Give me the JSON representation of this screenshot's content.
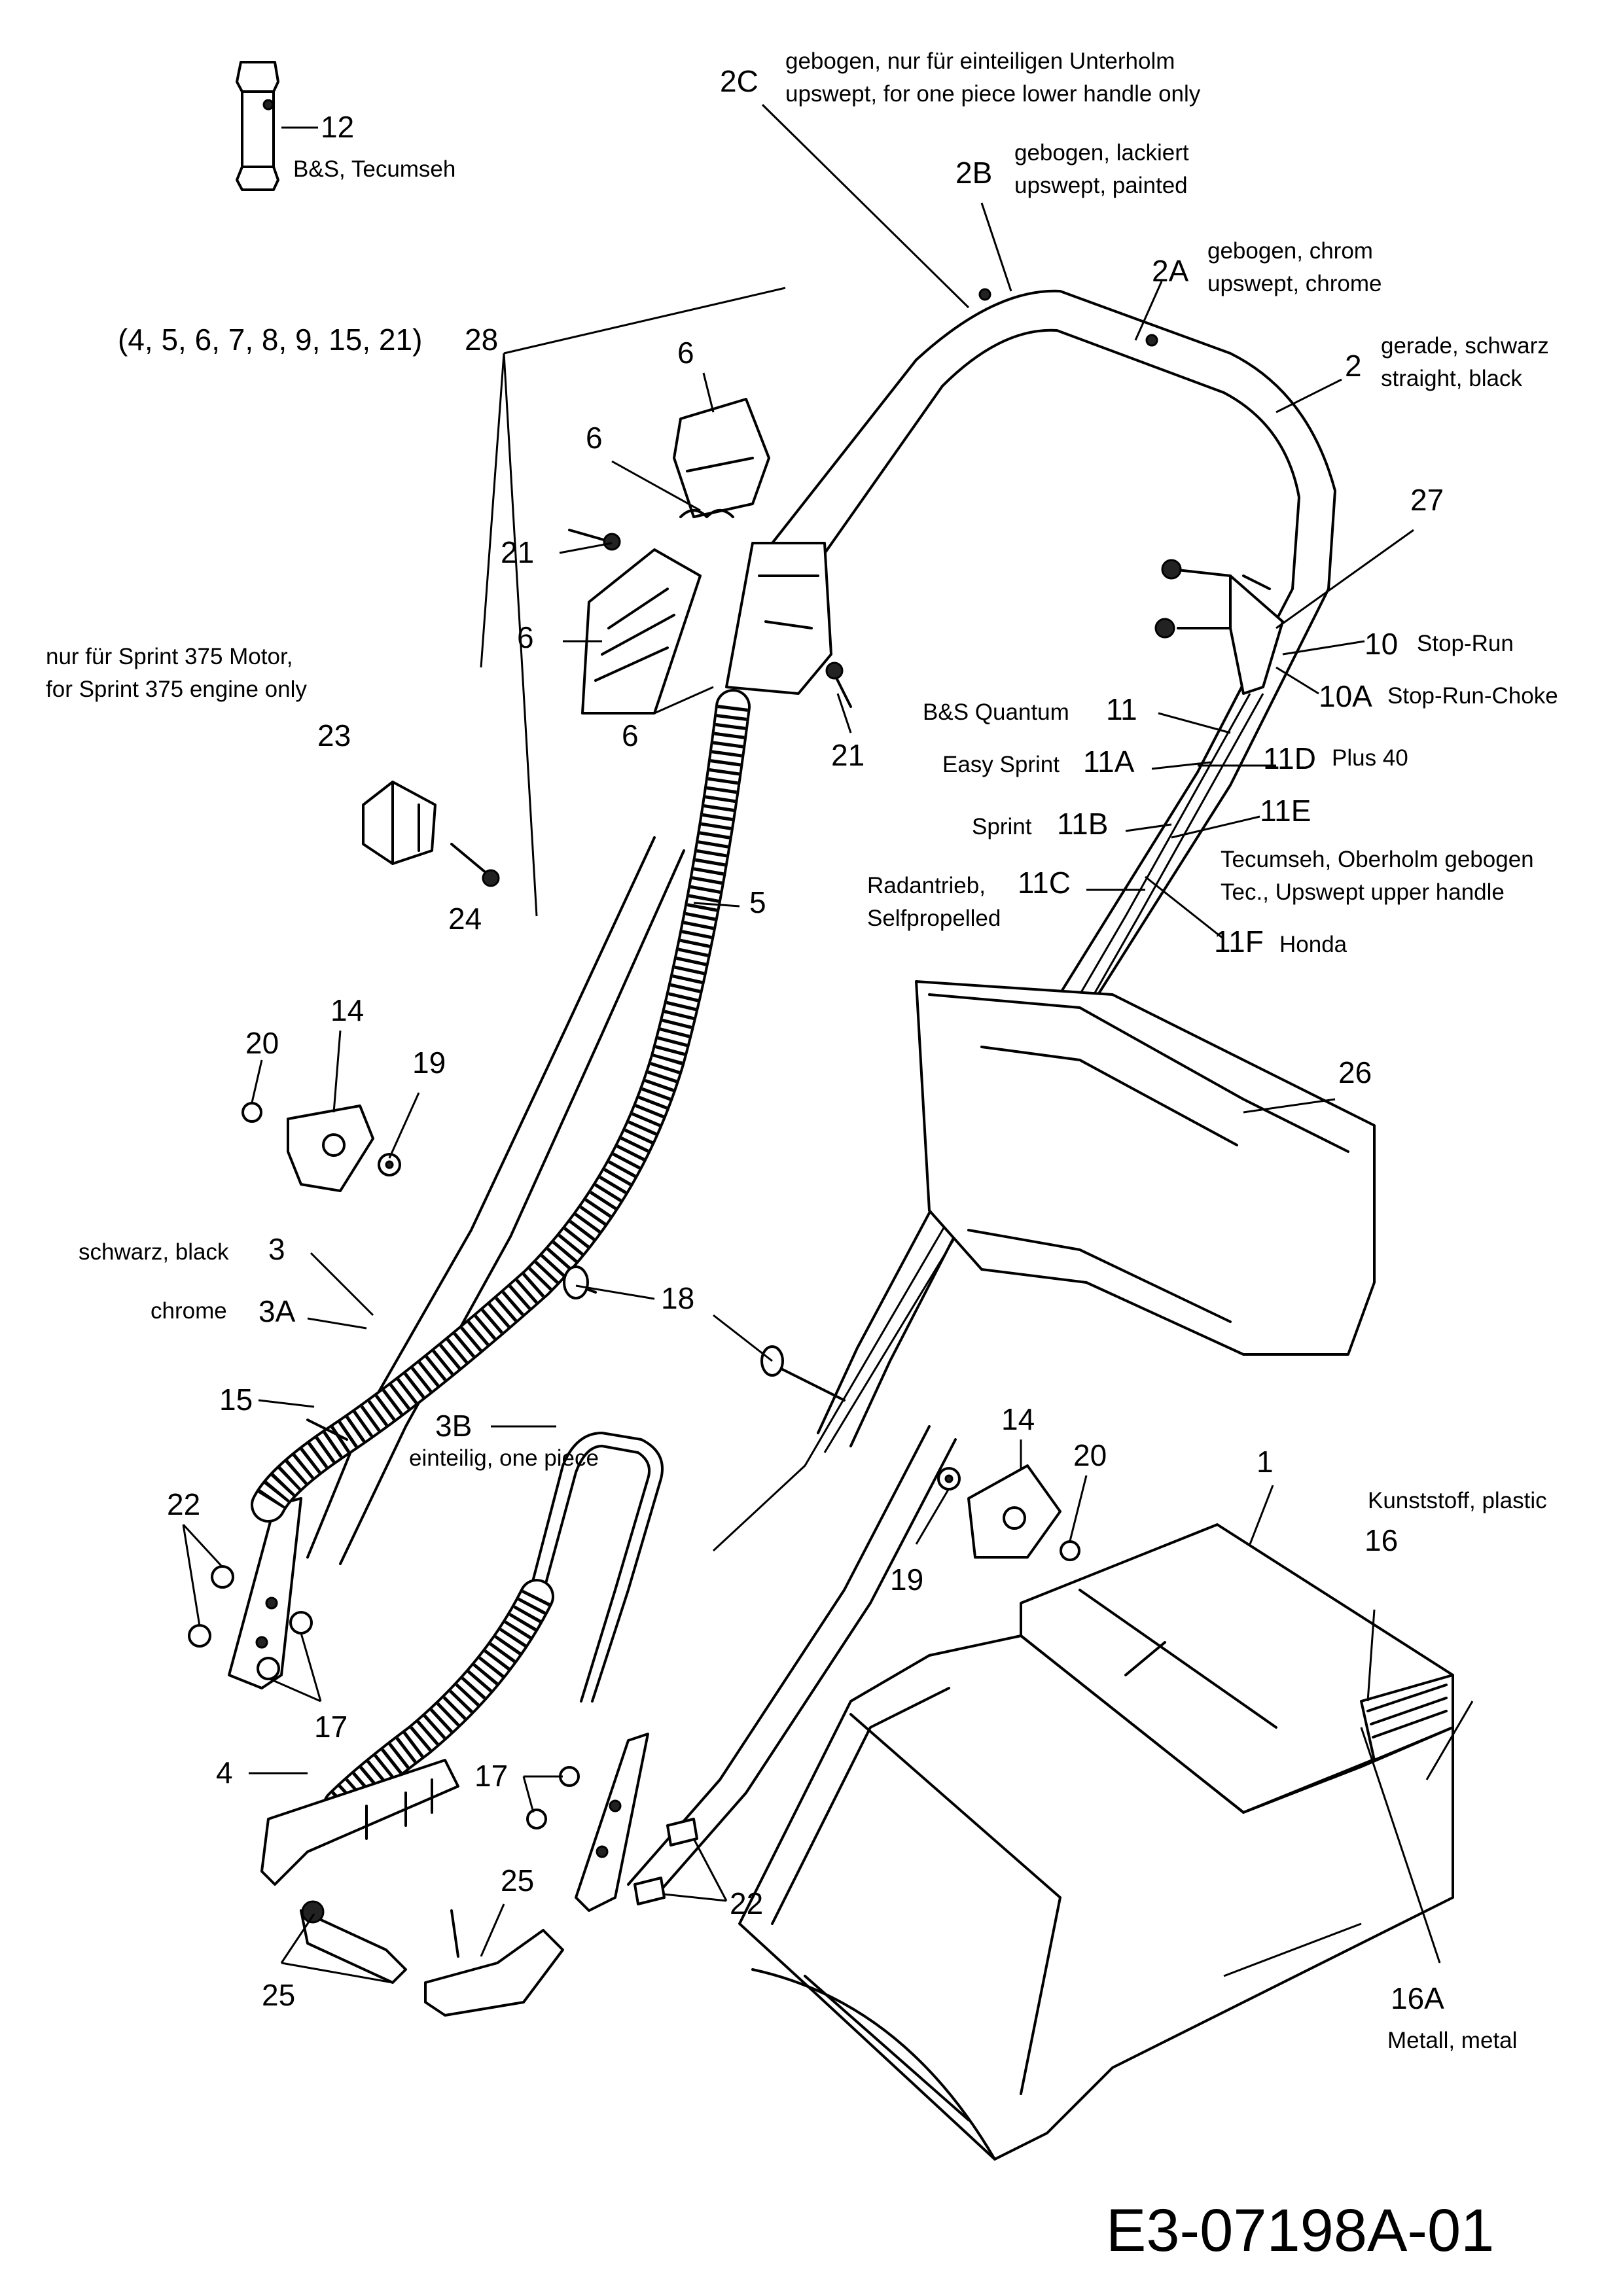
{
  "drawing_code": "E3-07198A-01",
  "callouts": {
    "c12": "12",
    "c12_note": "B&S, Tecumseh",
    "c2C": "2C",
    "c2C_note1": "gebogen, nur für einteiligen Unterholm",
    "c2C_note2": "upswept, for one piece lower handle only",
    "c2B": "2B",
    "c2B_note1": "gebogen, lackiert",
    "c2B_note2": "upswept, painted",
    "c2A": "2A",
    "c2A_note1": "gebogen, chrom",
    "c2A_note2": "upswept, chrome",
    "c2": "2",
    "c2_note1": "gerade, schwarz",
    "c2_note2": "straight, black",
    "group": "(4, 5, 6, 7, 8, 9, 15, 21)",
    "c28": "28",
    "c6a": "6",
    "c6b": "6",
    "c6c": "6",
    "c6d": "6",
    "c21a": "21",
    "c21b": "21",
    "c27": "27",
    "c10": "10",
    "c10_note": "Stop-Run",
    "c10A": "10A",
    "c10A_note": "Stop-Run-Choke",
    "c11_note": "B&S Quantum",
    "c11": "11",
    "c11A_note": "Easy Sprint",
    "c11A": "11A",
    "c11D": "11D",
    "c11D_note": "Plus 40",
    "c11B_note": "Sprint",
    "c11B": "11B",
    "c11E": "11E",
    "c11E_note1": "Tecumseh, Oberholm gebogen",
    "c11E_note2": "Tec., Upswept upper handle",
    "c11C_note1": "Radantrieb,",
    "c11C": "11C",
    "c11C_note2": "Selfpropelled",
    "c11F": "11F",
    "c11F_note": "Honda",
    "sprint_note1": "nur für Sprint 375 Motor,",
    "sprint_note2": "for Sprint 375 engine only",
    "c23": "23",
    "c24": "24",
    "c5": "5",
    "c26": "26",
    "c14a": "14",
    "c20a": "20",
    "c19a": "19",
    "c3_note": "schwarz, black",
    "c3": "3",
    "c3A_note": "chrome",
    "c3A": "3A",
    "c18": "18",
    "c15": "15",
    "c3B": "3B",
    "c3B_note": "einteilig, one piece",
    "c14b": "14",
    "c20b": "20",
    "c1": "1",
    "c16_note": "Kunststoff, plastic",
    "c16": "16",
    "c22a": "22",
    "c19b": "19",
    "c17a": "17",
    "c4": "4",
    "c17b": "17",
    "c25a": "25",
    "c22b": "22",
    "c25b": "25",
    "c16A": "16A",
    "c16A_note": "Metall, metal"
  }
}
